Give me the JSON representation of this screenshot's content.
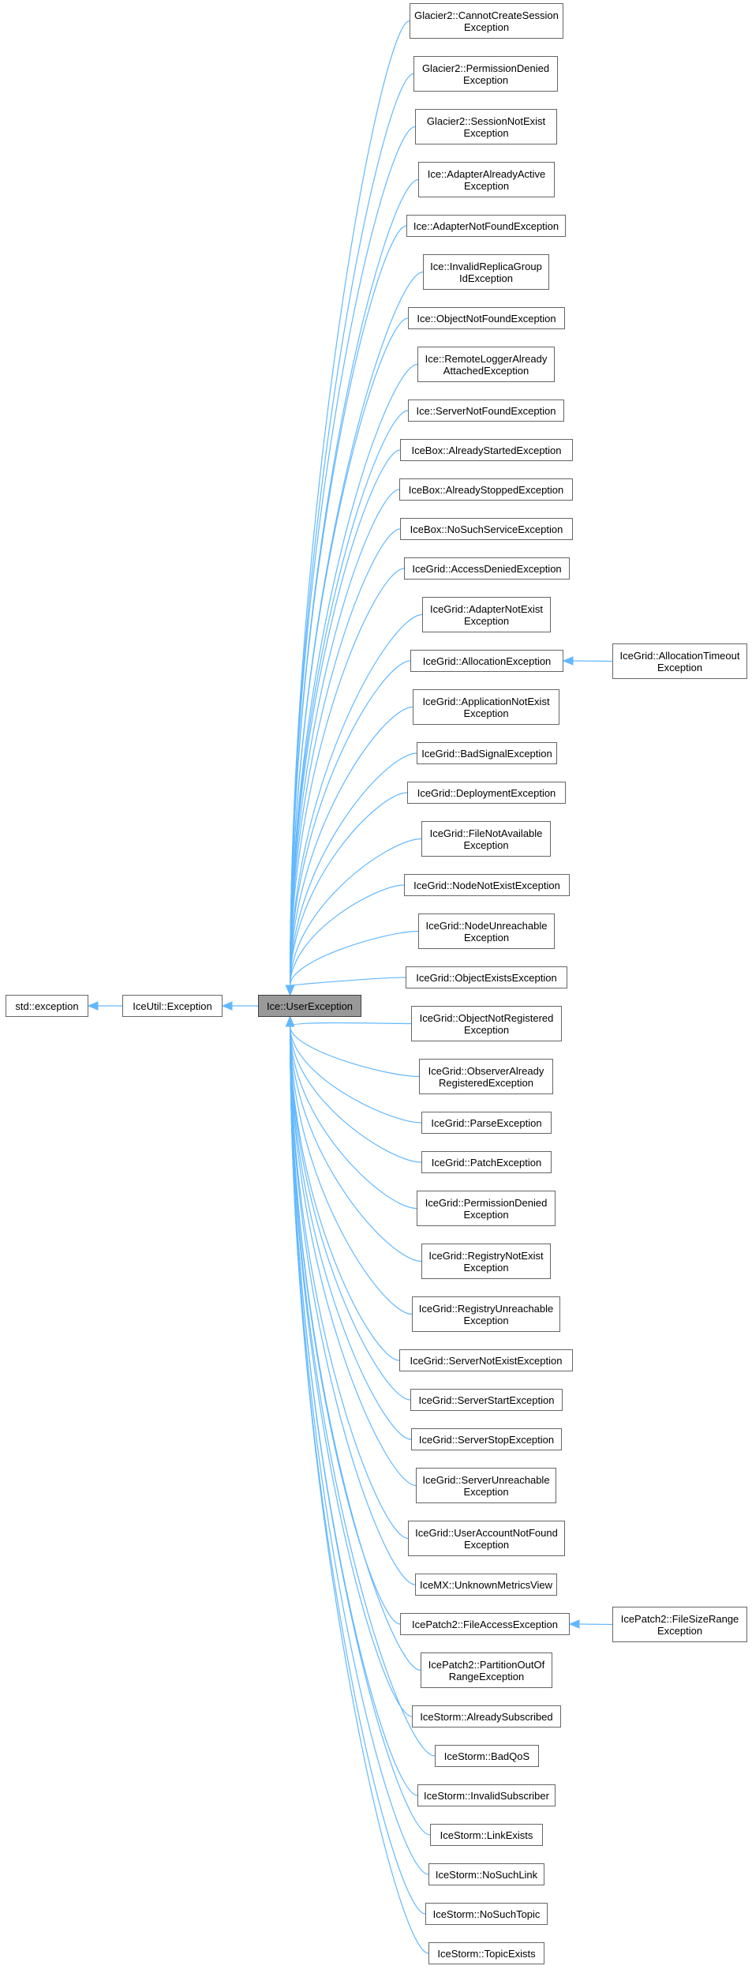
{
  "diagram": {
    "edge_color": "#63b8ff",
    "highlight_fill": "#999999",
    "nodes": [
      {
        "id": "std_exception",
        "lines": [
          "std::exception"
        ]
      },
      {
        "id": "iceutil_exception",
        "lines": [
          "IceUtil::Exception"
        ]
      },
      {
        "id": "ice_userexception",
        "lines": [
          "Ice::UserException"
        ],
        "current": true
      },
      {
        "id": "glacier2_cannotcreatesession",
        "lines": [
          "Glacier2::CannotCreateSession",
          "Exception"
        ]
      },
      {
        "id": "glacier2_permissiondenied",
        "lines": [
          "Glacier2::PermissionDenied",
          "Exception"
        ]
      },
      {
        "id": "glacier2_sessionnotexist",
        "lines": [
          "Glacier2::SessionNotExist",
          "Exception"
        ]
      },
      {
        "id": "ice_adapteralreadyactive",
        "lines": [
          "Ice::AdapterAlreadyActive",
          "Exception"
        ]
      },
      {
        "id": "ice_adapternotfound",
        "lines": [
          "Ice::AdapterNotFoundException"
        ]
      },
      {
        "id": "ice_invalidreplicagroupid",
        "lines": [
          "Ice::InvalidReplicaGroup",
          "IdException"
        ]
      },
      {
        "id": "ice_objectnotfound",
        "lines": [
          "Ice::ObjectNotFoundException"
        ]
      },
      {
        "id": "ice_remoteloggeralreadyattached",
        "lines": [
          "Ice::RemoteLoggerAlready",
          "AttachedException"
        ]
      },
      {
        "id": "ice_servernotfound",
        "lines": [
          "Ice::ServerNotFoundException"
        ]
      },
      {
        "id": "icebox_alreadystarted",
        "lines": [
          "IceBox::AlreadyStartedException"
        ]
      },
      {
        "id": "icebox_alreadystopped",
        "lines": [
          "IceBox::AlreadyStoppedException"
        ]
      },
      {
        "id": "icebox_nosuchservice",
        "lines": [
          "IceBox::NoSuchServiceException"
        ]
      },
      {
        "id": "icegrid_accessdenied",
        "lines": [
          "IceGrid::AccessDeniedException"
        ]
      },
      {
        "id": "icegrid_adapternotexist",
        "lines": [
          "IceGrid::AdapterNotExist",
          "Exception"
        ]
      },
      {
        "id": "icegrid_allocation",
        "lines": [
          "IceGrid::AllocationException"
        ]
      },
      {
        "id": "icegrid_allocationtimeout",
        "lines": [
          "IceGrid::AllocationTimeout",
          "Exception"
        ]
      },
      {
        "id": "icegrid_applicationnotexist",
        "lines": [
          "IceGrid::ApplicationNotExist",
          "Exception"
        ]
      },
      {
        "id": "icegrid_badsignal",
        "lines": [
          "IceGrid::BadSignalException"
        ]
      },
      {
        "id": "icegrid_deployment",
        "lines": [
          "IceGrid::DeploymentException"
        ]
      },
      {
        "id": "icegrid_filenotavailable",
        "lines": [
          "IceGrid::FileNotAvailable",
          "Exception"
        ]
      },
      {
        "id": "icegrid_nodenotexist",
        "lines": [
          "IceGrid::NodeNotExistException"
        ]
      },
      {
        "id": "icegrid_nodeunreachable",
        "lines": [
          "IceGrid::NodeUnreachable",
          "Exception"
        ]
      },
      {
        "id": "icegrid_objectexists",
        "lines": [
          "IceGrid::ObjectExistsException"
        ]
      },
      {
        "id": "icegrid_objectnotregistered",
        "lines": [
          "IceGrid::ObjectNotRegistered",
          "Exception"
        ]
      },
      {
        "id": "icegrid_observeralreadyregistered",
        "lines": [
          "IceGrid::ObserverAlready",
          "RegisteredException"
        ]
      },
      {
        "id": "icegrid_parse",
        "lines": [
          "IceGrid::ParseException"
        ]
      },
      {
        "id": "icegrid_patch",
        "lines": [
          "IceGrid::PatchException"
        ]
      },
      {
        "id": "icegrid_permissiondenied",
        "lines": [
          "IceGrid::PermissionDenied",
          "Exception"
        ]
      },
      {
        "id": "icegrid_registrynotexist",
        "lines": [
          "IceGrid::RegistryNotExist",
          "Exception"
        ]
      },
      {
        "id": "icegrid_registryunreachable",
        "lines": [
          "IceGrid::RegistryUnreachable",
          "Exception"
        ]
      },
      {
        "id": "icegrid_servernotexist",
        "lines": [
          "IceGrid::ServerNotExistException"
        ]
      },
      {
        "id": "icegrid_serverstart",
        "lines": [
          "IceGrid::ServerStartException"
        ]
      },
      {
        "id": "icegrid_serverstop",
        "lines": [
          "IceGrid::ServerStopException"
        ]
      },
      {
        "id": "icegrid_serverunreachable",
        "lines": [
          "IceGrid::ServerUnreachable",
          "Exception"
        ]
      },
      {
        "id": "icegrid_useraccountnotfound",
        "lines": [
          "IceGrid::UserAccountNotFound",
          "Exception"
        ]
      },
      {
        "id": "icemx_unknownmetricsview",
        "lines": [
          "IceMX::UnknownMetricsView"
        ]
      },
      {
        "id": "icepatch2_fileaccess",
        "lines": [
          "IcePatch2::FileAccessException"
        ]
      },
      {
        "id": "icepatch2_filesizerange",
        "lines": [
          "IcePatch2::FileSizeRange",
          "Exception"
        ]
      },
      {
        "id": "icepatch2_partitionoutofrange",
        "lines": [
          "IcePatch2::PartitionOutOf",
          "RangeException"
        ]
      },
      {
        "id": "icestorm_alreadysubscribed",
        "lines": [
          "IceStorm::AlreadySubscribed"
        ]
      },
      {
        "id": "icestorm_badqos",
        "lines": [
          "IceStorm::BadQoS"
        ]
      },
      {
        "id": "icestorm_invalidsubscriber",
        "lines": [
          "IceStorm::InvalidSubscriber"
        ]
      },
      {
        "id": "icestorm_linkexists",
        "lines": [
          "IceStorm::LinkExists"
        ]
      },
      {
        "id": "icestorm_nosuchlink",
        "lines": [
          "IceStorm::NoSuchLink"
        ]
      },
      {
        "id": "icestorm_nosuchtopic",
        "lines": [
          "IceStorm::NoSuchTopic"
        ]
      },
      {
        "id": "icestorm_topicexists",
        "lines": [
          "IceStorm::TopicExists"
        ]
      }
    ],
    "edges": [
      {
        "from": "iceutil_exception",
        "to": "std_exception"
      },
      {
        "from": "ice_userexception",
        "to": "iceutil_exception"
      },
      {
        "from": "glacier2_cannotcreatesession",
        "to": "ice_userexception"
      },
      {
        "from": "glacier2_permissiondenied",
        "to": "ice_userexception"
      },
      {
        "from": "glacier2_sessionnotexist",
        "to": "ice_userexception"
      },
      {
        "from": "ice_adapteralreadyactive",
        "to": "ice_userexception"
      },
      {
        "from": "ice_adapternotfound",
        "to": "ice_userexception"
      },
      {
        "from": "ice_invalidreplicagroupid",
        "to": "ice_userexception"
      },
      {
        "from": "ice_objectnotfound",
        "to": "ice_userexception"
      },
      {
        "from": "ice_remoteloggeralreadyattached",
        "to": "ice_userexception"
      },
      {
        "from": "ice_servernotfound",
        "to": "ice_userexception"
      },
      {
        "from": "icebox_alreadystarted",
        "to": "ice_userexception"
      },
      {
        "from": "icebox_alreadystopped",
        "to": "ice_userexception"
      },
      {
        "from": "icebox_nosuchservice",
        "to": "ice_userexception"
      },
      {
        "from": "icegrid_accessdenied",
        "to": "ice_userexception"
      },
      {
        "from": "icegrid_adapternotexist",
        "to": "ice_userexception"
      },
      {
        "from": "icegrid_allocation",
        "to": "ice_userexception"
      },
      {
        "from": "icegrid_allocationtimeout",
        "to": "icegrid_allocation"
      },
      {
        "from": "icegrid_applicationnotexist",
        "to": "ice_userexception"
      },
      {
        "from": "icegrid_badsignal",
        "to": "ice_userexception"
      },
      {
        "from": "icegrid_deployment",
        "to": "ice_userexception"
      },
      {
        "from": "icegrid_filenotavailable",
        "to": "ice_userexception"
      },
      {
        "from": "icegrid_nodenotexist",
        "to": "ice_userexception"
      },
      {
        "from": "icegrid_nodeunreachable",
        "to": "ice_userexception"
      },
      {
        "from": "icegrid_objectexists",
        "to": "ice_userexception"
      },
      {
        "from": "icegrid_objectnotregistered",
        "to": "ice_userexception"
      },
      {
        "from": "icegrid_observeralreadyregistered",
        "to": "ice_userexception"
      },
      {
        "from": "icegrid_parse",
        "to": "ice_userexception"
      },
      {
        "from": "icegrid_patch",
        "to": "ice_userexception"
      },
      {
        "from": "icegrid_permissiondenied",
        "to": "ice_userexception"
      },
      {
        "from": "icegrid_registrynotexist",
        "to": "ice_userexception"
      },
      {
        "from": "icegrid_registryunreachable",
        "to": "ice_userexception"
      },
      {
        "from": "icegrid_servernotexist",
        "to": "ice_userexception"
      },
      {
        "from": "icegrid_serverstart",
        "to": "ice_userexception"
      },
      {
        "from": "icegrid_serverstop",
        "to": "ice_userexception"
      },
      {
        "from": "icegrid_serverunreachable",
        "to": "ice_userexception"
      },
      {
        "from": "icegrid_useraccountnotfound",
        "to": "ice_userexception"
      },
      {
        "from": "icemx_unknownmetricsview",
        "to": "ice_userexception"
      },
      {
        "from": "icepatch2_fileaccess",
        "to": "ice_userexception"
      },
      {
        "from": "icepatch2_filesizerange",
        "to": "icepatch2_fileaccess"
      },
      {
        "from": "icepatch2_partitionoutofrange",
        "to": "ice_userexception"
      },
      {
        "from": "icestorm_alreadysubscribed",
        "to": "ice_userexception"
      },
      {
        "from": "icestorm_badqos",
        "to": "ice_userexception"
      },
      {
        "from": "icestorm_invalidsubscriber",
        "to": "ice_userexception"
      },
      {
        "from": "icestorm_linkexists",
        "to": "ice_userexception"
      },
      {
        "from": "icestorm_nosuchlink",
        "to": "ice_userexception"
      },
      {
        "from": "icestorm_nosuchtopic",
        "to": "ice_userexception"
      },
      {
        "from": "icestorm_topicexists",
        "to": "ice_userexception"
      }
    ]
  }
}
